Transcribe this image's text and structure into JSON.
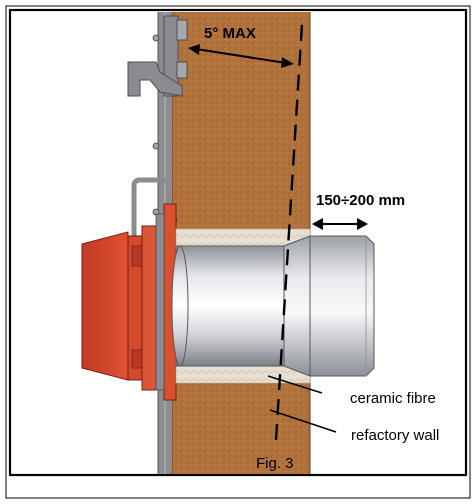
{
  "labels": {
    "angle": "5° MAX",
    "insertion": "150÷200 mm",
    "ceramic_fibre": "ceramic fibre",
    "refractory_wall": "refactory wall",
    "figure": "Fig. 3"
  },
  "colors": {
    "wall": "#b0703a",
    "burner_red": "#d0432a",
    "tube_steel": "#c9cbcf",
    "fibre": "#e4ddd0",
    "bracket": "#8a8c92"
  }
}
